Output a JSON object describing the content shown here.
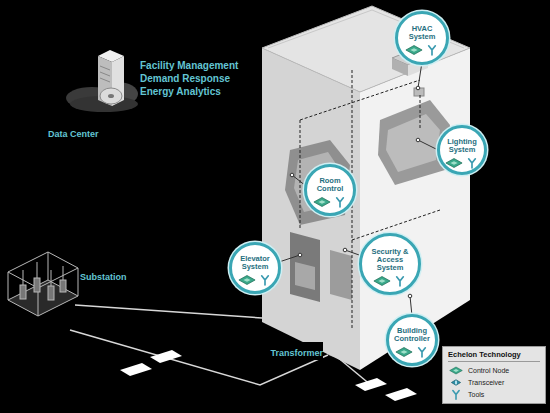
{
  "diagram": {
    "nodes": [
      {
        "text": [
          "HVAC System"
        ]
      },
      {
        "text": [
          "Lighting System"
        ]
      },
      {
        "text": [
          "Room Control"
        ]
      },
      {
        "text": [
          "Elevator System"
        ]
      },
      {
        "text": [
          "Security & Access System"
        ]
      },
      {
        "text": [
          "Building Controller"
        ]
      }
    ],
    "labels": [
      "Facility Management",
      "Demand Response",
      "Energy Analytics",
      "Data Center",
      "Substation",
      "Transformer",
      "Echelon Technology"
    ],
    "legend": [
      {
        "text": "Control Node"
      },
      {
        "text": "Transceiver"
      },
      {
        "text": "Tools"
      }
    ]
  }
}
